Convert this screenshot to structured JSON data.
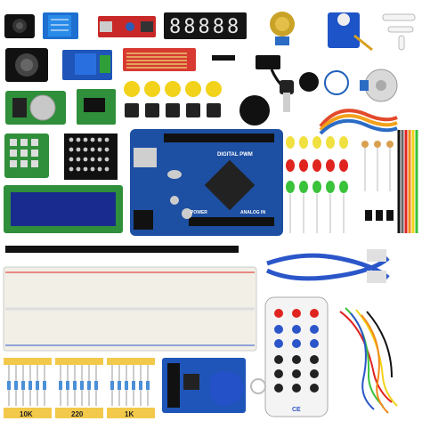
{
  "image": {
    "subject": "arduino-starter-kit-components",
    "background_color": "#ffffff"
  },
  "seven_segment": {
    "digits": "88888"
  },
  "board": {
    "brand_mark": "DIGITAL PWM",
    "power_label": "POWER",
    "analog_label": "ANALOG IN"
  },
  "resistor_strips": {
    "strip1": "10K",
    "strip2": "220",
    "strip3": "1K"
  },
  "remote": {
    "brand": "CE"
  },
  "colors": {
    "board_blue": "#1d4fa3",
    "pcb_green": "#2f8f3a",
    "relay_blue": "#1f55b8",
    "lcd_screen": "#1a2b8f",
    "breadboard": "#f1efe6",
    "button_yellow": "#f2d21a",
    "led_red": "#e0241f",
    "led_green": "#39c23a",
    "led_yellow": "#f0e040",
    "usb_cable_blue": "#2b56c9",
    "resistor_tape": "#f3c94b"
  }
}
